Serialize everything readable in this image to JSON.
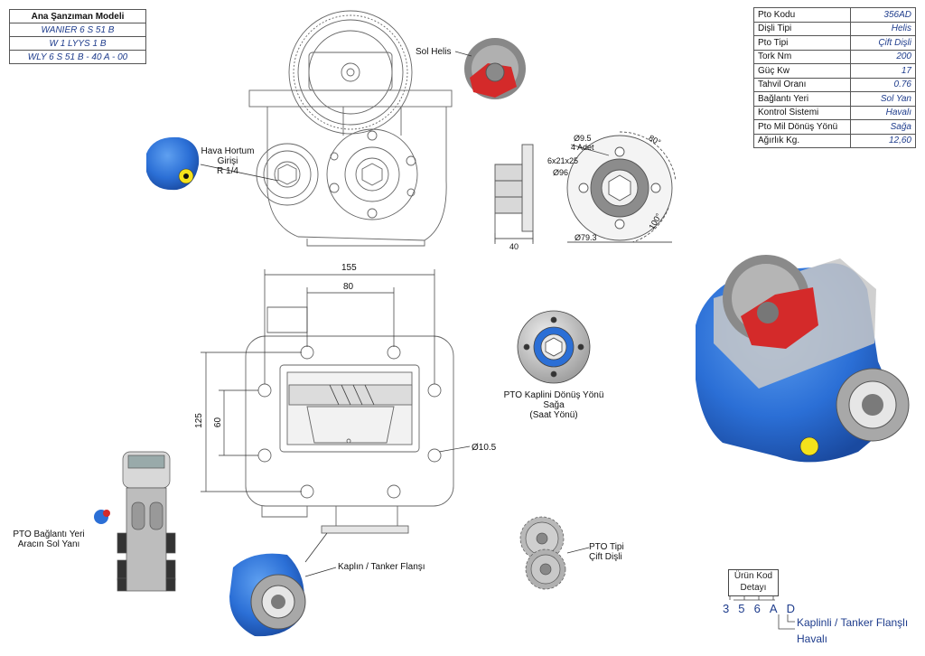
{
  "model": {
    "title": "Ana Şanzıman Modeli",
    "items": [
      "WANIER 6 S 51 B",
      "W 1 LYYS 1 B",
      "WLY 6 S 51 B - 40 A - 00"
    ]
  },
  "specs": [
    {
      "k": "Pto Kodu",
      "v": "356AD"
    },
    {
      "k": "Dişli Tipi",
      "v": "Helis"
    },
    {
      "k": "Pto Tipi",
      "v": "Çift Dişli"
    },
    {
      "k": "Tork Nm",
      "v": "200"
    },
    {
      "k": "Güç Kw",
      "v": "17"
    },
    {
      "k": "Tahvil Oranı",
      "v": "0.76"
    },
    {
      "k": "Bağlantı Yeri",
      "v": "Sol Yan"
    },
    {
      "k": "Kontrol Sistemi",
      "v": "Havalı"
    },
    {
      "k": "Pto Mil Dönüş Yönü",
      "v": "Sağa"
    },
    {
      "k": "Ağırlık Kg.",
      "v": "12,60"
    }
  ],
  "labels": {
    "sol_helis": "Sol Helis",
    "hava_hortum_1": "Hava Hortum",
    "hava_hortum_2": "Girişi",
    "hava_hortum_3": "R 1/4",
    "flange_d95": "Ø9.5",
    "flange_4adet": "4 Adet",
    "flange_spline": "6x21x25",
    "flange_d96": "Ø96",
    "flange_80deg": "80°",
    "flange_100deg": "100°",
    "flange_d793": "Ø79.3",
    "side_40": "40",
    "dim_155": "155",
    "dim_80": "80",
    "dim_125": "125",
    "dim_60": "60",
    "dim_d105": "Ø10.5",
    "coupling_1": "PTO Kaplini Dönüş Yönü",
    "coupling_2": "Sağa",
    "coupling_3": "(Saat Yönü)",
    "pto_conn_1": "PTO Bağlantı Yeri",
    "pto_conn_2": "Aracın Sol Yanı",
    "kaplin_flansi": "Kaplın / Tanker Flanşı",
    "pto_tipi_1": "PTO Tipi",
    "pto_tipi_2": "Çift Dişli"
  },
  "product_code": {
    "title_1": "Ürün Kod",
    "title_2": "Detayı",
    "letters": [
      "3",
      "5",
      "6",
      "A",
      "D"
    ],
    "desc_1": "Kaplinli / Tanker Flanşlı",
    "desc_2": "Havalı"
  },
  "colors": {
    "blue_part": "#2b6fd6",
    "red_part": "#d42a2a",
    "value_text": "#1e3c8c"
  }
}
